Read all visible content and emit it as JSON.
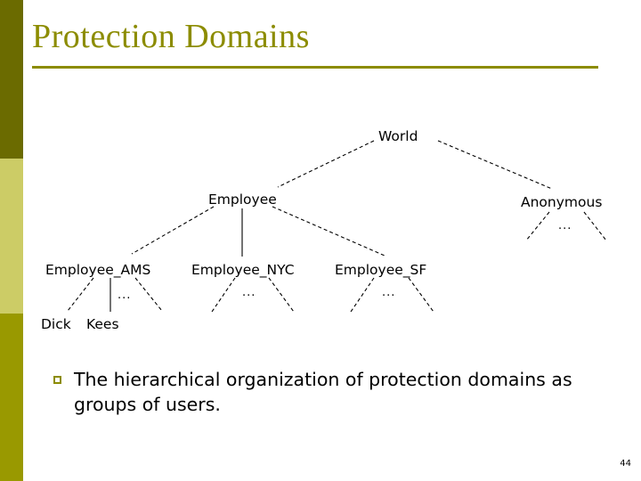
{
  "slide": {
    "title": "Protection Domains",
    "page_number": "44",
    "accent_dark": "#6b6b00",
    "accent_mid": "#cccc66",
    "accent_bright": "#999900",
    "title_color": "#8c8c00",
    "background": "#ffffff"
  },
  "diagram": {
    "caption": "Hierarchical organization of protection domains",
    "ellipsis": "...",
    "nodes": {
      "world": "World",
      "employee": "Employee",
      "anonymous": "Anonymous",
      "employee_ams": "Employee_AMS",
      "employee_nyc": "Employee_NYC",
      "employee_sf": "Employee_SF",
      "dick": "Dick",
      "kees": "Kees"
    },
    "ellipses": {
      "anonymous": "...",
      "ams": "...",
      "nyc": "...",
      "sf": "..."
    }
  },
  "body": {
    "bullet_marker": "square-bullet",
    "text": "The hierarchical organization of protection domains as groups of users."
  }
}
